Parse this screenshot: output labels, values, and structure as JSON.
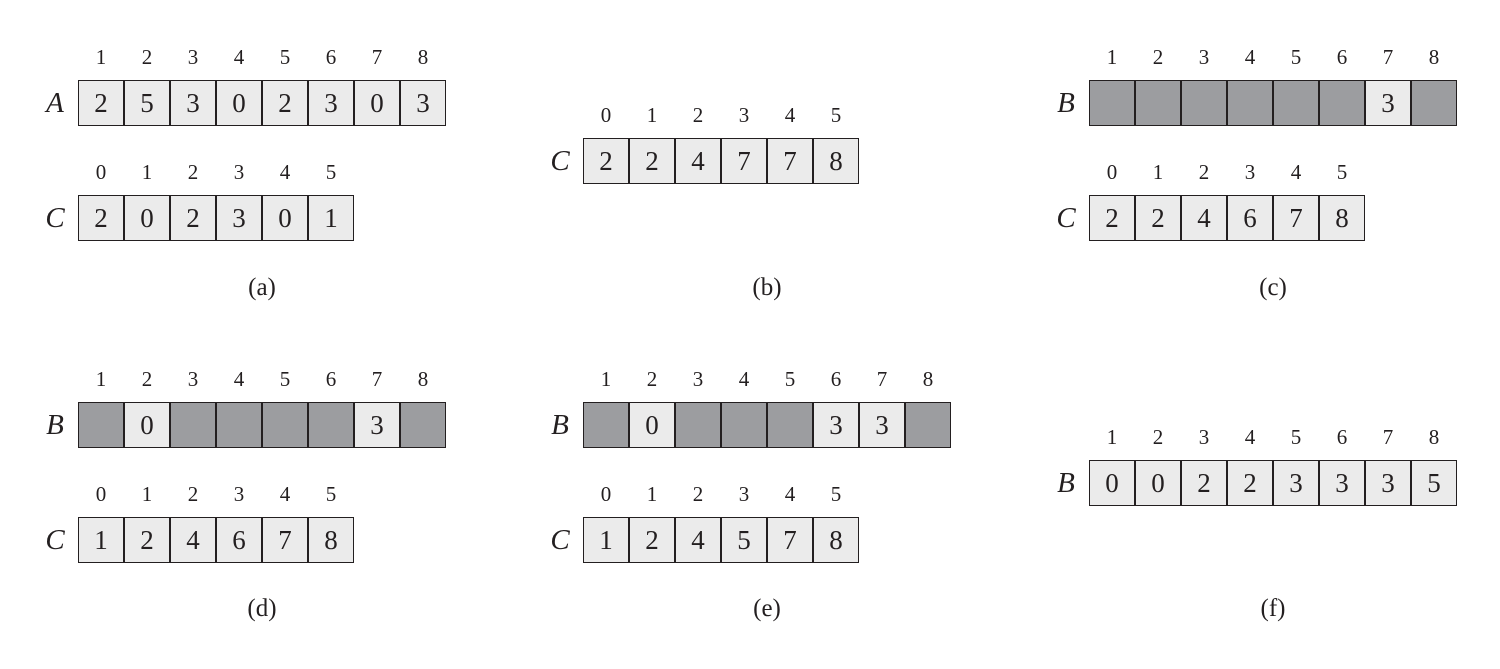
{
  "colors": {
    "filled_cell": "#ebebeb",
    "empty_cell": "#9c9da0",
    "border": "#231f20"
  },
  "panels": [
    {
      "caption": "(a)",
      "arrays": [
        {
          "name": "A",
          "indices": [
            "1",
            "2",
            "3",
            "4",
            "5",
            "6",
            "7",
            "8"
          ],
          "cells": [
            "2",
            "5",
            "3",
            "0",
            "2",
            "3",
            "0",
            "3"
          ]
        },
        {
          "name": "C",
          "indices": [
            "0",
            "1",
            "2",
            "3",
            "4",
            "5"
          ],
          "cells": [
            "2",
            "0",
            "2",
            "3",
            "0",
            "1"
          ]
        }
      ]
    },
    {
      "caption": "(b)",
      "arrays": [
        {
          "name": "C",
          "indices": [
            "0",
            "1",
            "2",
            "3",
            "4",
            "5"
          ],
          "cells": [
            "2",
            "2",
            "4",
            "7",
            "7",
            "8"
          ]
        }
      ]
    },
    {
      "caption": "(c)",
      "arrays": [
        {
          "name": "B",
          "indices": [
            "1",
            "2",
            "3",
            "4",
            "5",
            "6",
            "7",
            "8"
          ],
          "cells": [
            "",
            "",
            "",
            "",
            "",
            "",
            "3",
            ""
          ]
        },
        {
          "name": "C",
          "indices": [
            "0",
            "1",
            "2",
            "3",
            "4",
            "5"
          ],
          "cells": [
            "2",
            "2",
            "4",
            "6",
            "7",
            "8"
          ]
        }
      ]
    },
    {
      "caption": "(d)",
      "arrays": [
        {
          "name": "B",
          "indices": [
            "1",
            "2",
            "3",
            "4",
            "5",
            "6",
            "7",
            "8"
          ],
          "cells": [
            "",
            "0",
            "",
            "",
            "",
            "",
            "3",
            ""
          ]
        },
        {
          "name": "C",
          "indices": [
            "0",
            "1",
            "2",
            "3",
            "4",
            "5"
          ],
          "cells": [
            "1",
            "2",
            "4",
            "6",
            "7",
            "8"
          ]
        }
      ]
    },
    {
      "caption": "(e)",
      "arrays": [
        {
          "name": "B",
          "indices": [
            "1",
            "2",
            "3",
            "4",
            "5",
            "6",
            "7",
            "8"
          ],
          "cells": [
            "",
            "0",
            "",
            "",
            "",
            "3",
            "3",
            ""
          ]
        },
        {
          "name": "C",
          "indices": [
            "0",
            "1",
            "2",
            "3",
            "4",
            "5"
          ],
          "cells": [
            "1",
            "2",
            "4",
            "5",
            "7",
            "8"
          ]
        }
      ]
    },
    {
      "caption": "(f)",
      "arrays": [
        {
          "name": "B",
          "indices": [
            "1",
            "2",
            "3",
            "4",
            "5",
            "6",
            "7",
            "8"
          ],
          "cells": [
            "0",
            "0",
            "2",
            "2",
            "3",
            "3",
            "3",
            "5"
          ]
        }
      ]
    }
  ]
}
